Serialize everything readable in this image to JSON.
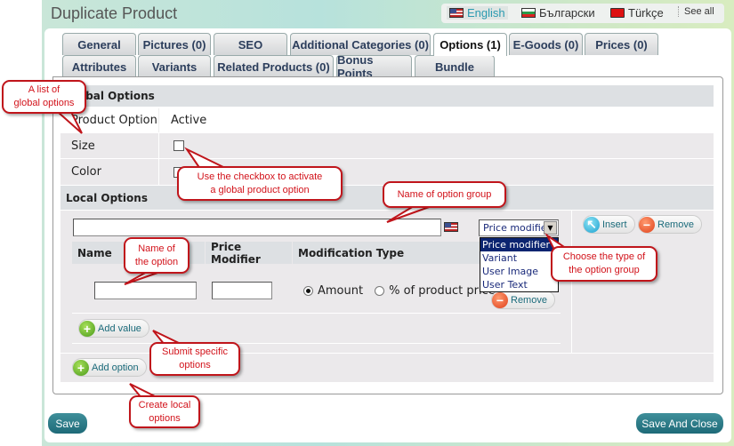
{
  "header": {
    "title": "Duplicate Product",
    "languages": [
      "English",
      "Български",
      "Türkçe"
    ],
    "see_all": "See all"
  },
  "tabs_row1": [
    "General",
    "Pictures (0)",
    "SEO",
    "Additional Categories (0)",
    "Options (1)",
    "E-Goods (0)",
    "Prices (0)"
  ],
  "tabs_row2": [
    "Attributes",
    "Variants",
    "Related Products (0)",
    "Bonus Points",
    "Bundle"
  ],
  "global": {
    "title": "Global Options",
    "col_option": "Product Option",
    "col_active": "Active",
    "rows": [
      {
        "name": "Size",
        "active": false
      },
      {
        "name": "Color",
        "active": false
      }
    ]
  },
  "local": {
    "title": "Local Options",
    "group_name": "",
    "type_selected": "Price modifier",
    "type_options": [
      "Price modifier",
      "Variant",
      "User Image",
      "User Text"
    ],
    "insert": "Insert",
    "remove": "Remove",
    "cols": [
      "Name",
      "Price Modifier",
      "Modification Type"
    ],
    "value_name": "",
    "value_price": "",
    "mod_amount": "Amount",
    "mod_percent": "% of product price",
    "value_remove": "Remove",
    "add_value": "Add value",
    "add_option": "Add option"
  },
  "footer": {
    "save": "Save",
    "save_close": "Save And Close"
  },
  "callouts": {
    "global_list": [
      "A list of",
      "global options"
    ],
    "checkbox": [
      "Use the checkbox to activate",
      "a global product option"
    ],
    "group_name": [
      "Name of option group"
    ],
    "option_name": [
      "Name of",
      "the option"
    ],
    "type": [
      "Choose the type of",
      "the option group"
    ],
    "submit": [
      "Submit specific",
      "options"
    ],
    "create": [
      "Create local",
      "options"
    ]
  }
}
